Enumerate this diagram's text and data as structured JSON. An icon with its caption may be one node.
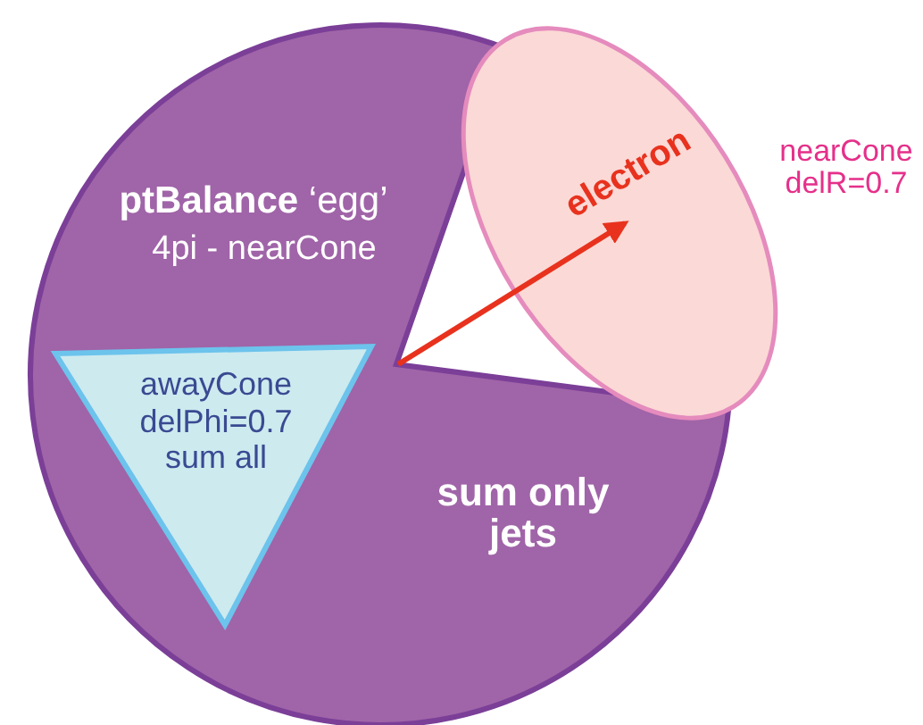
{
  "diagram": {
    "nodes": [
      {
        "text": [
          "**ptBalance** ‘egg’",
          "4pi - nearCone",
          "sum only jets"
        ]
      },
      {
        "text": [
          "awayCone delPhi=0.7 sum all"
        ],
        "in": 0
      },
      {
        "text": [
          "electron"
        ],
        "beside": [
          "nearCone delR=0.7"
        ]
      }
    ],
    "edges": [
      {
        "from": 1,
        "to": 2,
        "arrow": "to",
        "color": "#e8321e"
      }
    ]
  }
}
